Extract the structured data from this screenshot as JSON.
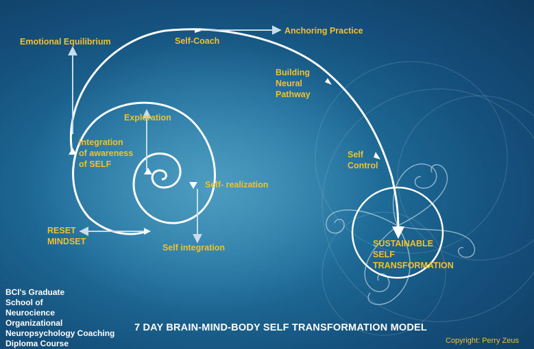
{
  "labels": {
    "emotional_equilibrium": "Emotional Equilibrium",
    "self_coach": "Self-Coach",
    "anchoring_practice": "Anchoring Practice",
    "building_neural_pathway": "Building\nNeural\nPathway",
    "exploration": "Exploration",
    "integration_awareness": "Integration\nof awareness\nof SELF",
    "self_control": "Self\nControl",
    "self_realization": "Self- realization",
    "reset_mindset": "RESET\nMINDSET",
    "self_integration": "Self integration",
    "sustainable": "SUSTAINABLE\nSELF\nTRANSFORMATION"
  },
  "footer": {
    "organization": "BCI's  Graduate\n School of\n Neurocience\nOrganizational\nNeuropsychology Coaching\nDiploma Course",
    "title": "7 DAY BRAIN-MIND-BODY SELF TRANSFORMATION MODEL",
    "copyright": "Copyright: Perry Zeus"
  },
  "colors": {
    "accent_text": "#f2c12e",
    "spiral": "#ffffff",
    "branch_arrows": "#c9dcea"
  }
}
